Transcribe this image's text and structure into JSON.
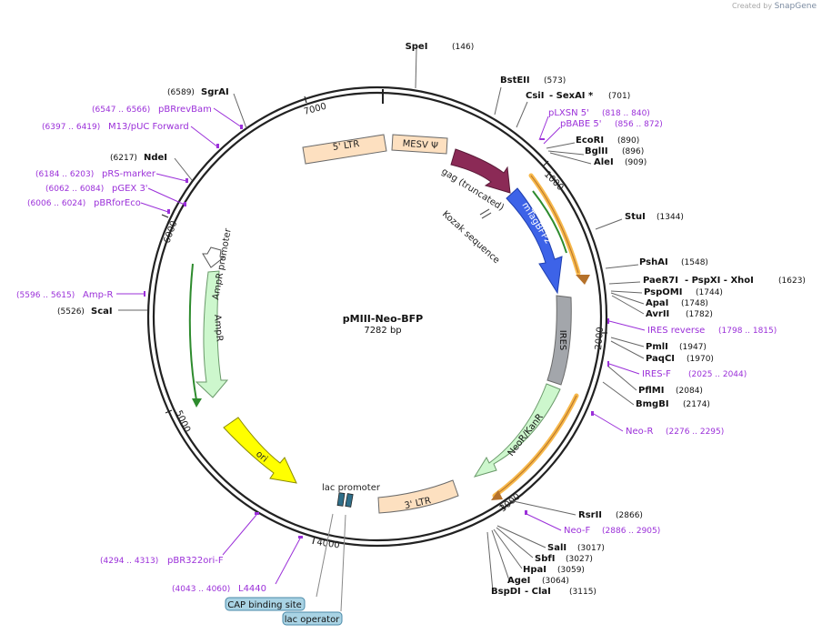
{
  "watermark": {
    "prefix": "Created by",
    "brand": "SnapGene"
  },
  "plasmid": {
    "name": "pMIII-Neo-BFP",
    "size_label": "7282 bp",
    "length": 7282
  },
  "tick_labels": [
    "1000",
    "2000",
    "3000",
    "4000",
    "5000",
    "6000",
    "7000"
  ],
  "colors": {
    "primer": "#9b30d9",
    "promoter": "#ffffff",
    "ltr": "#fde0c0",
    "mesv": "#fde0c0",
    "gag": "#8b2a56",
    "bfp": "#3d63e8",
    "ires": "#a3a6ab",
    "neo": "#cdf7cd",
    "amp": "#cdf7cd",
    "ori": "#ffff00",
    "primer_bind": "#f7b84a",
    "feature_tag": "#a9d3e4"
  },
  "sites": [
    {
      "name": "SpeI",
      "pos": "(146)"
    },
    {
      "name": "BstEII",
      "pos": "(573)"
    },
    {
      "name": "CsiI",
      "extra": " - SexAI *",
      "pos": "(701)"
    },
    {
      "name": "EcoRI",
      "pos": "(890)"
    },
    {
      "name": "BglII",
      "pos": "(896)"
    },
    {
      "name": "AleI",
      "pos": "(909)"
    },
    {
      "name": "StuI",
      "pos": "(1344)"
    },
    {
      "name": "PshAI",
      "pos": "(1548)"
    },
    {
      "name": "PaeR7I",
      "extra": " - PspXI - XhoI",
      "pos": "(1623)"
    },
    {
      "name": "PspOMI",
      "pos": "(1744)"
    },
    {
      "name": "ApaI",
      "pos": "(1748)"
    },
    {
      "name": "AvrII",
      "pos": "(1782)"
    },
    {
      "name": "PmlI",
      "pos": "(1947)"
    },
    {
      "name": "PaqCI",
      "pos": "(1970)"
    },
    {
      "name": "PflMI",
      "pos": "(2084)"
    },
    {
      "name": "BmgBI",
      "pos": "(2174)"
    },
    {
      "name": "RsrII",
      "pos": "(2866)"
    },
    {
      "name": "SalI",
      "pos": "(3017)"
    },
    {
      "name": "SbfI",
      "pos": "(3027)"
    },
    {
      "name": "HpaI",
      "pos": "(3059)"
    },
    {
      "name": "AgeI",
      "pos": "(3064)"
    },
    {
      "name": "BspDI",
      "extra": " - ClaI",
      "pos": "(3115)"
    },
    {
      "name": "ScaI",
      "pos": "(5526)"
    },
    {
      "name": "NdeI",
      "pos": "(6217)"
    },
    {
      "name": "SgrAI",
      "pos": "(6589)"
    }
  ],
  "primers": [
    {
      "name": "pLXSN 5'",
      "range": "(818 .. 840)"
    },
    {
      "name": "pBABE 5'",
      "range": "(856 .. 872)"
    },
    {
      "name": "IRES reverse",
      "range": "(1798 .. 1815)"
    },
    {
      "name": "IRES-F",
      "range": "(2025 .. 2044)"
    },
    {
      "name": "Neo-R",
      "range": "(2276 .. 2295)"
    },
    {
      "name": "Neo-F",
      "range": "(2886 .. 2905)"
    },
    {
      "name": "pBR322ori-F",
      "range": "(4294 .. 4313)"
    },
    {
      "name": "L4440",
      "range": "(4043 .. 4060)"
    },
    {
      "name": "Amp-R",
      "range": "(5596 .. 5615)"
    },
    {
      "name": "pBRforEco",
      "range": "(6006 .. 6024)"
    },
    {
      "name": "pGEX 3'",
      "range": "(6062 .. 6084)"
    },
    {
      "name": "pRS-marker",
      "range": "(6184 .. 6203)"
    },
    {
      "name": "M13/pUC Forward",
      "range": "(6397 .. 6419)"
    },
    {
      "name": "pBRrevBam",
      "range": "(6547 .. 6566)"
    }
  ],
  "features": {
    "ltr5": "5' LTR",
    "mesv": "MESV Ψ",
    "gag": "gag (truncated)",
    "kozak": "Kozak sequence",
    "bfp": "mTagBFP2",
    "ires": "IRES",
    "neo": "NeoR/KanR",
    "ltr3": "3' LTR",
    "lac_promoter": "lac promoter",
    "ori": "ori",
    "ampr": "AmpR",
    "ampr_promoter": "AmpR promoter",
    "cap_site": "CAP binding site",
    "lac_operator": "lac operator"
  }
}
